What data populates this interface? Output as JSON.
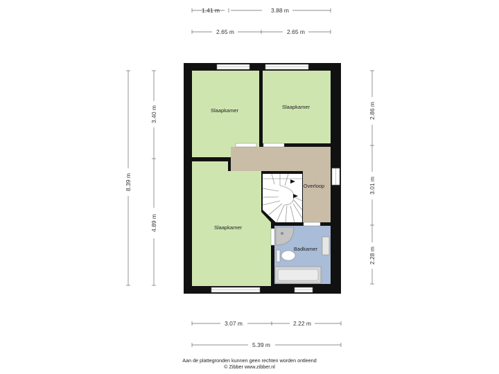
{
  "colors": {
    "wall": "#111111",
    "bedroom": "#cfe5b0",
    "landing": "#c9bda8",
    "bathroom": "#a9bcd8",
    "stairs": "#ffffff",
    "dimension_line": "#666666"
  },
  "rooms": {
    "bedroom_top_left": "Slaapkamer",
    "bedroom_top_right": "Slaapkamer",
    "bedroom_bottom_left": "Slaapkamer",
    "landing": "Overloop",
    "bathroom": "Badkamer"
  },
  "dimensions": {
    "top_row1_a": "1.41 m",
    "top_row1_b": "3.88 m",
    "top_row2_a": "2.65 m",
    "top_row2_b": "2.65 m",
    "left_total": "8.39 m",
    "left_upper": "3.40 m",
    "left_lower": "4.89 m",
    "right_upper": "2.86 m",
    "right_middle": "3.01 m",
    "right_lower": "2.28 m",
    "bottom_row1_a": "3.07 m",
    "bottom_row1_b": "2.22 m",
    "bottom_total": "5.39 m"
  },
  "footer": {
    "disclaimer": "Aan de plattegronden kunnen geen rechten worden ontleend",
    "copyright": "© Zibber www.zibber.nl"
  }
}
